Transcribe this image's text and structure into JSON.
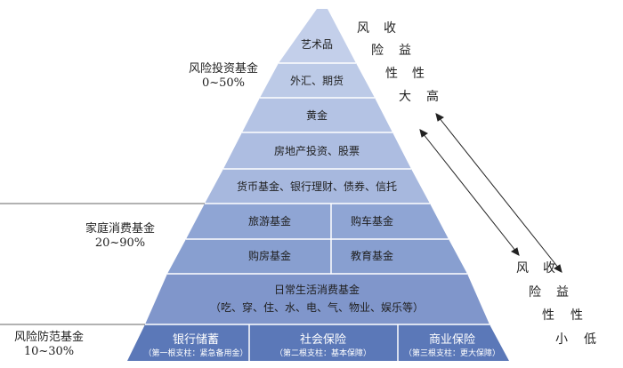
{
  "tiers": {
    "risk": {
      "title": "风险投资基金",
      "range": "0~50%"
    },
    "family": {
      "title": "家庭消费基金",
      "range": "20~90%"
    },
    "protect": {
      "title": "风险防范基金",
      "range": "10~30%"
    }
  },
  "levels": {
    "art": "艺术品",
    "forex": "外汇、期货",
    "gold": "黄金",
    "realestate": "房地产投资、股票",
    "money": "货币基金、银行理财、债券、信托",
    "travel": "旅游基金",
    "car": "购车基金",
    "house": "购房基金",
    "edu": "教育基金",
    "daily_title": "日常生活消费基金",
    "daily_sub": "（吃、穿、住、水、电、气、物业、娱乐等）"
  },
  "base": [
    {
      "title": "银行储蓄",
      "sub": "（第一根支柱：紧急备用金）"
    },
    {
      "title": "社会保险",
      "sub": "（第二根支柱：基本保障）"
    },
    {
      "title": "商业保险",
      "sub": "（第三根支柱：更大保障）"
    }
  ],
  "high_side": {
    "col1": [
      "风",
      "险",
      "性",
      "大"
    ],
    "col2": [
      "收",
      "益",
      "性",
      "高"
    ]
  },
  "low_side": {
    "col1": [
      "风",
      "险",
      "性",
      "小"
    ],
    "col2": [
      "收",
      "益",
      "性",
      "低"
    ]
  },
  "colors": {
    "light": "#b9c7e6",
    "mid": "#8ea3d3",
    "dark": "#5a77b7",
    "line": "#ffffff"
  }
}
